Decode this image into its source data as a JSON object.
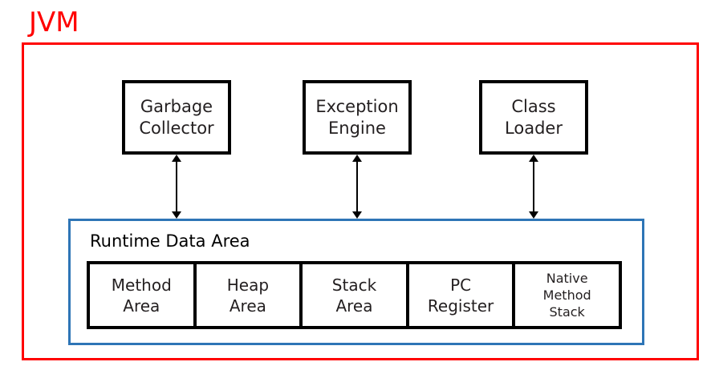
{
  "diagram": {
    "title": "JVM",
    "title_color": "#ff0000",
    "frame_color": "#ff0000",
    "components": [
      {
        "id": "garbage-collector",
        "label": "Garbage\nCollector",
        "line1": "Garbage",
        "line2": "Collector"
      },
      {
        "id": "exception-engine",
        "label": "Exception\nEngine",
        "line1": "Exception",
        "line2": "Engine"
      },
      {
        "id": "class-loader",
        "label": "Class\nLoader",
        "line1": "Class",
        "line2": "Loader"
      }
    ],
    "connectors": [
      {
        "id": "arrow-garbage-collector",
        "from": "garbage-collector",
        "to": "runtime-data-area",
        "style": "double-headed"
      },
      {
        "id": "arrow-exception-engine",
        "from": "exception-engine",
        "to": "runtime-data-area",
        "style": "double-headed"
      },
      {
        "id": "arrow-class-loader",
        "from": "class-loader",
        "to": "runtime-data-area",
        "style": "double-headed"
      }
    ],
    "runtime_data_area": {
      "title": "Runtime Data Area",
      "border_color": "#2e75b6",
      "cells": [
        {
          "id": "method-area",
          "line1": "Method",
          "line2": "Area",
          "line3": ""
        },
        {
          "id": "heap-area",
          "line1": "Heap",
          "line2": "Area",
          "line3": ""
        },
        {
          "id": "stack-area",
          "line1": "Stack",
          "line2": "Area",
          "line3": ""
        },
        {
          "id": "pc-register",
          "line1": "PC",
          "line2": "Register",
          "line3": ""
        },
        {
          "id": "native-method-stack",
          "line1": "Native",
          "line2": "Method",
          "line3": "Stack"
        }
      ]
    }
  }
}
